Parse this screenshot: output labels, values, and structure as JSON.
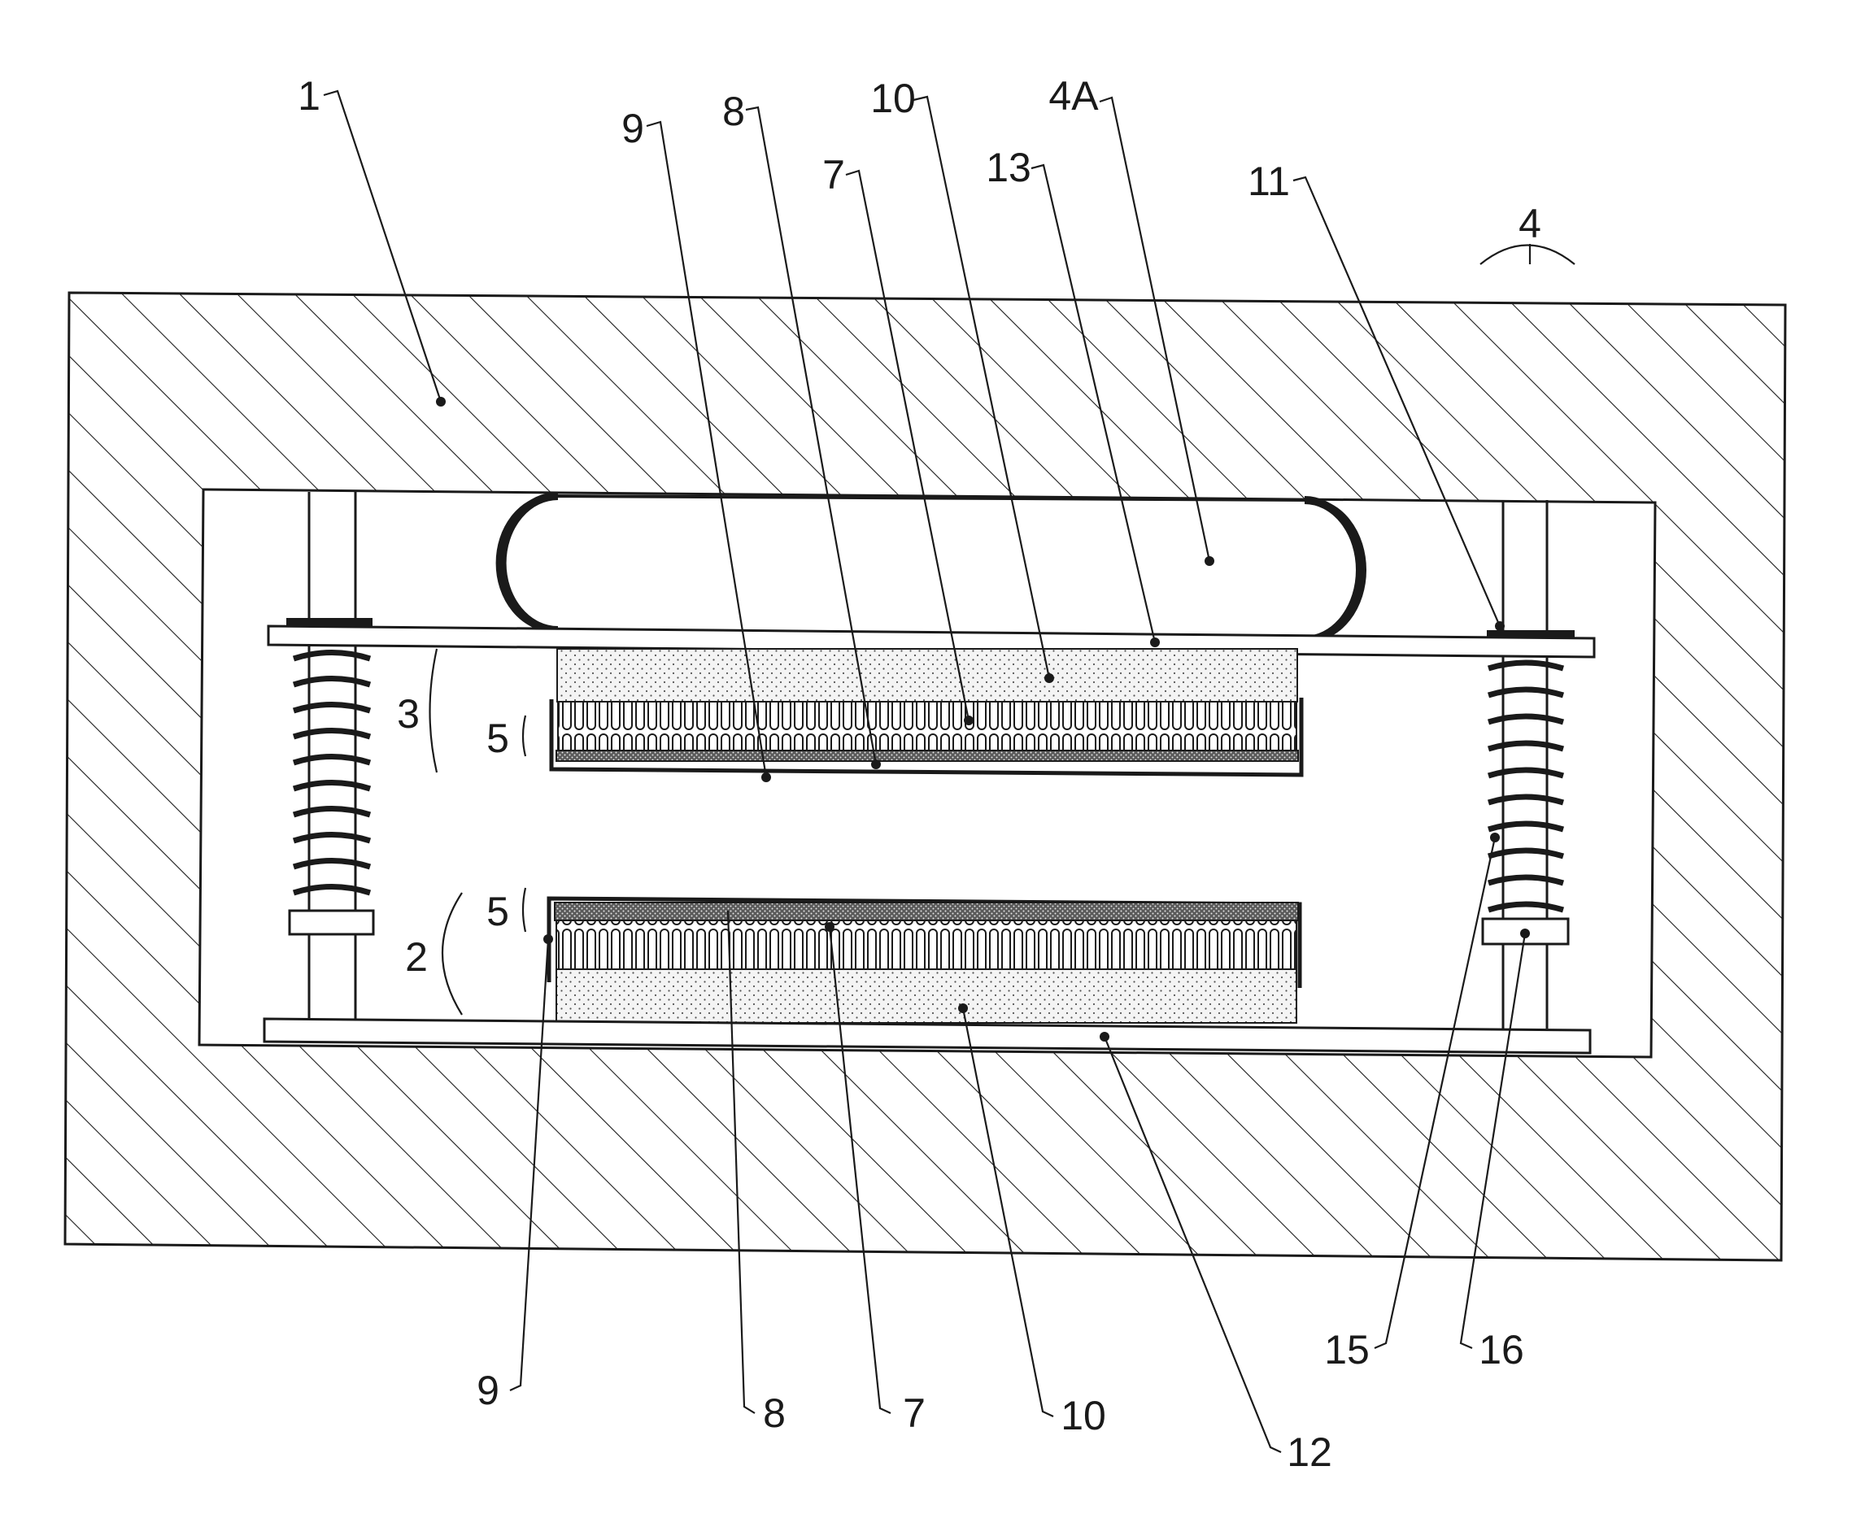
{
  "colors": {
    "ink": "#1a1a1a",
    "paper": "#ffffff",
    "fill_dots": "#f4f4f4",
    "fill_layer": "#5a5a5a"
  },
  "labels": {
    "housing": "1",
    "lower_assembly": "2",
    "upper_assembly": "3",
    "cushion_group": "4",
    "bladder": "4A",
    "stack_upper": "5",
    "stack_lower": "5",
    "fins_top": "7",
    "fins_bottom": "7",
    "layer8_top": "8",
    "layer8_bottom": "8",
    "plate9_top": "9",
    "plate9_bottom": "9",
    "base10_top": "10",
    "base10_bottom": "10",
    "washer": "11",
    "lower_board": "12",
    "upper_board": "13",
    "spring": "15",
    "collar": "16"
  }
}
